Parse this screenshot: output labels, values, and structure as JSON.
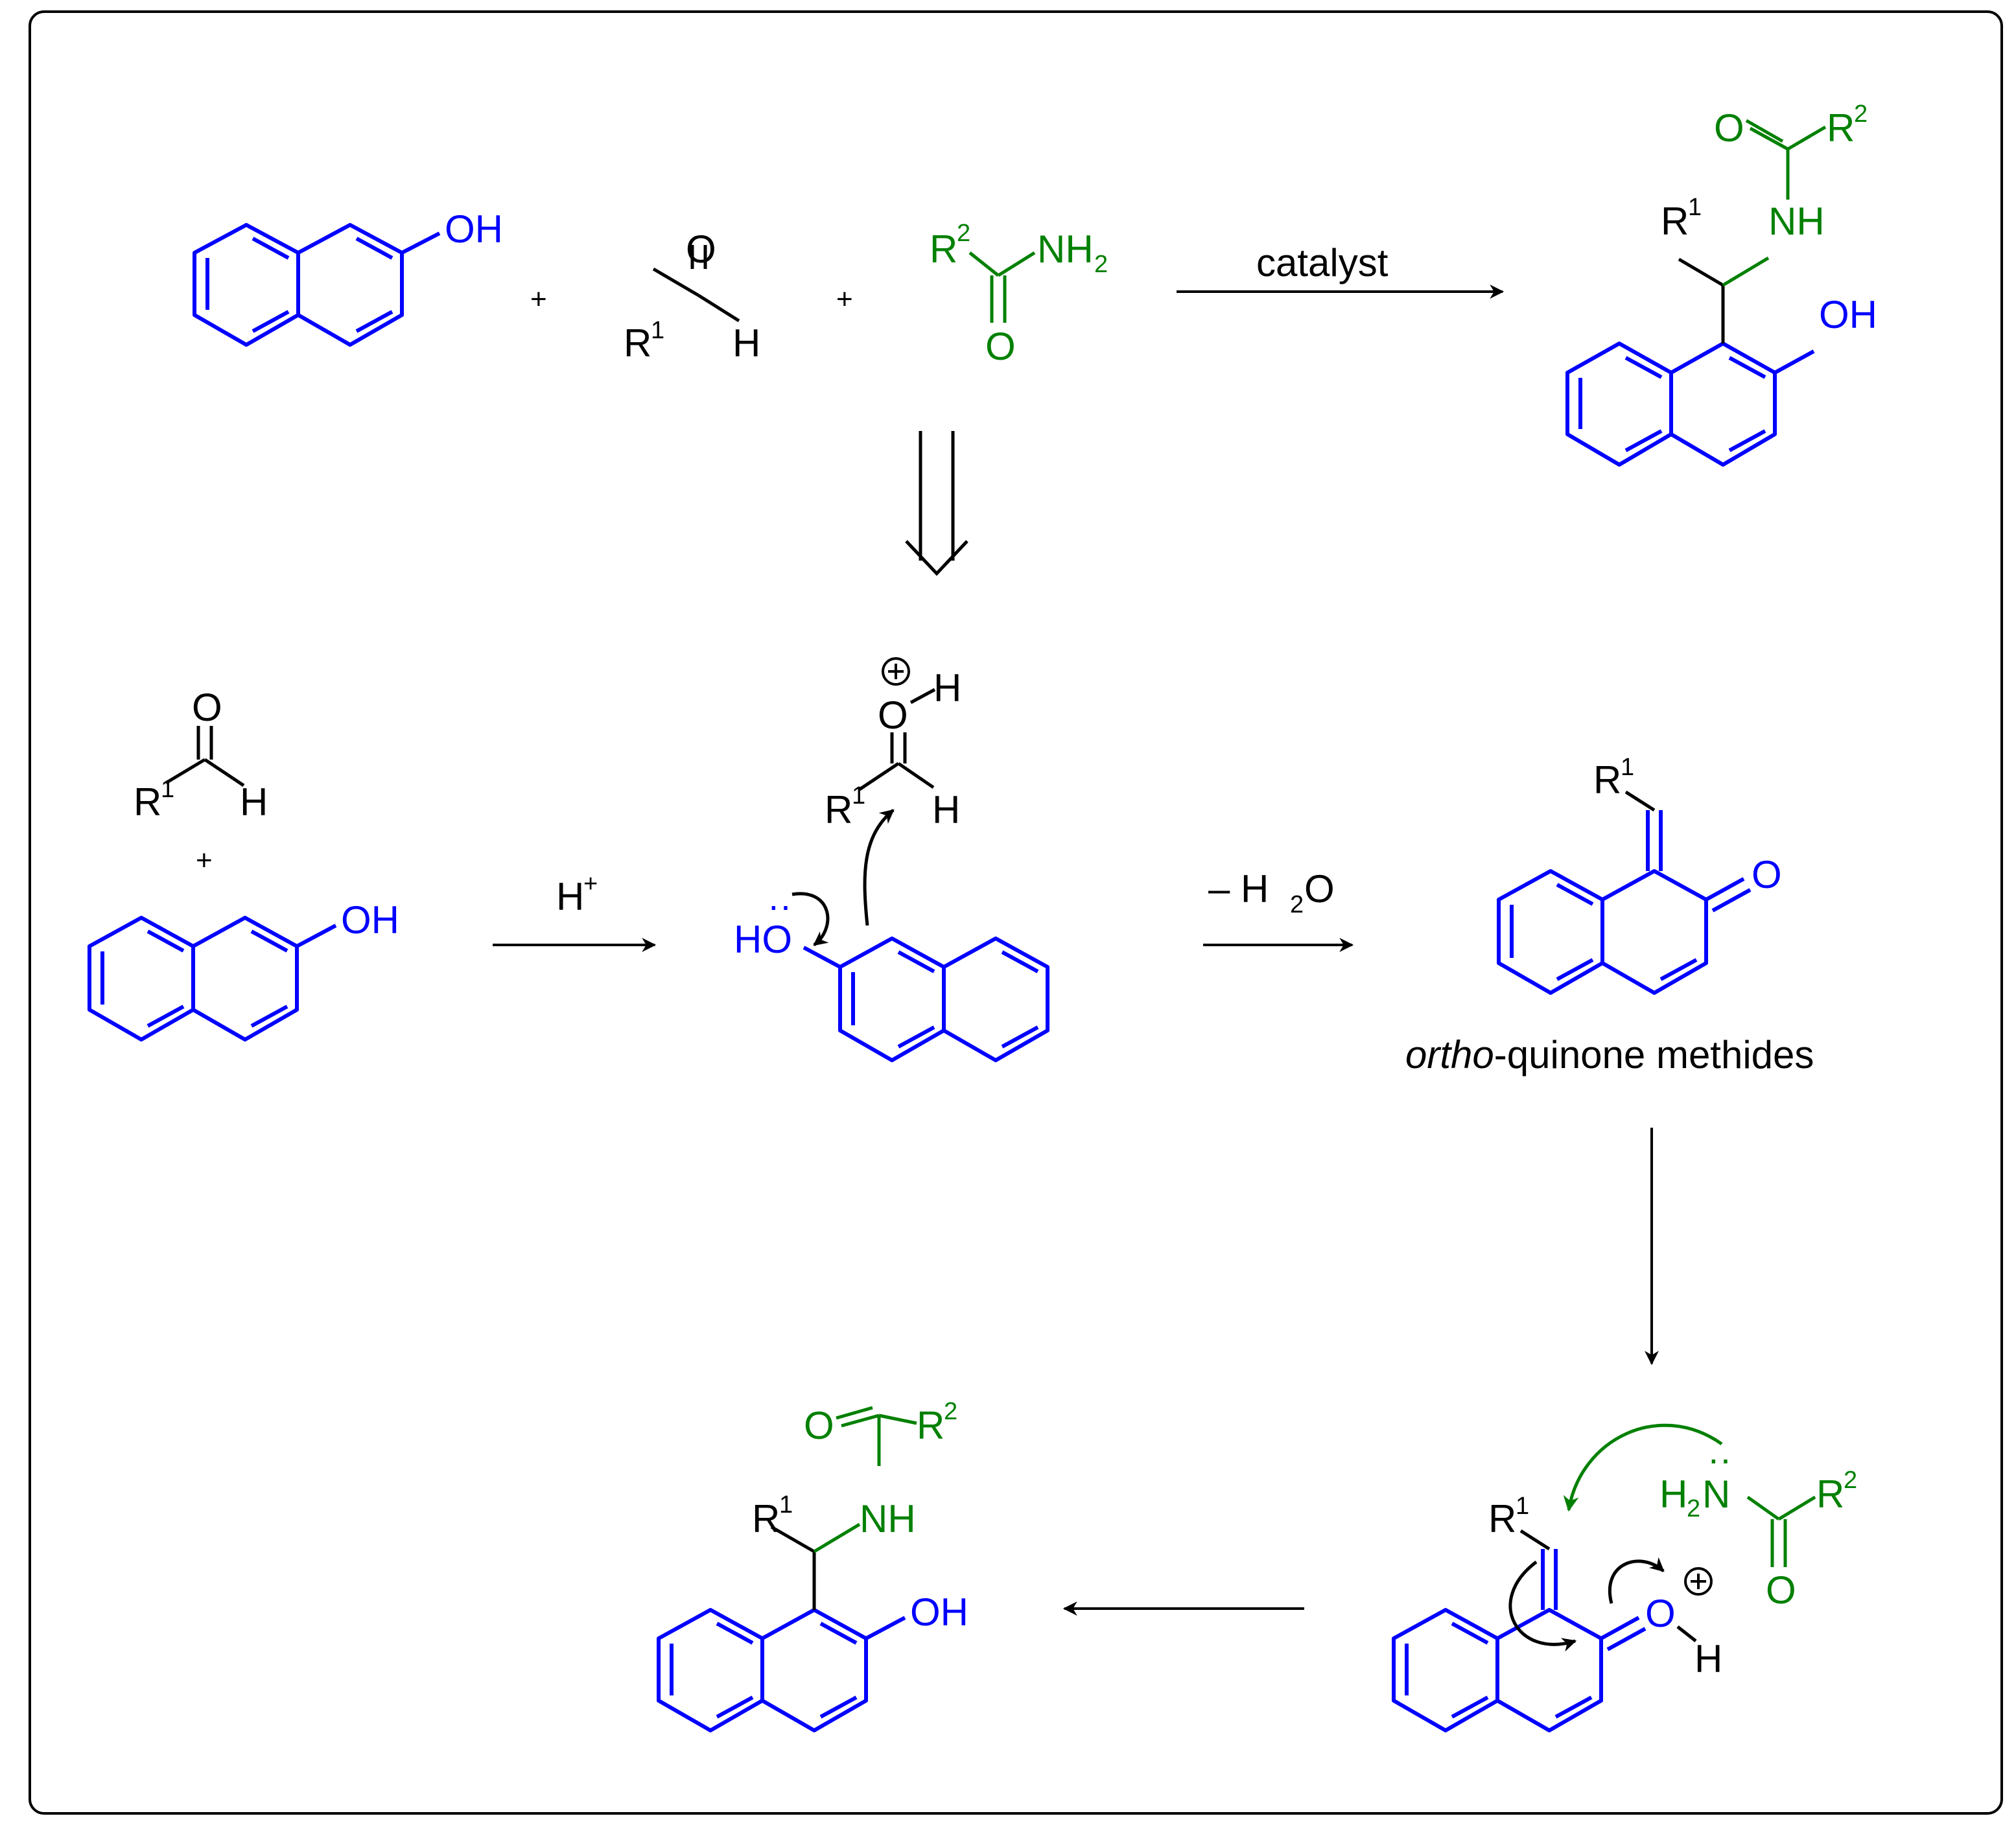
{
  "colors": {
    "naphthol": "#0000ff",
    "amide": "#008000",
    "reagent": "#000000",
    "frame": "#000000"
  },
  "labels": {
    "OH": "OH",
    "HO": "HO",
    "O": "O",
    "H": "H",
    "R": "R",
    "N": "N",
    "NH": "NH",
    "NH2": "NH",
    "H2N": "H",
    "N_of_H2N": "N",
    "sub2": "2",
    "sup1": "1",
    "sup2": "2",
    "plus": "+",
    "plus_charge": "+",
    "lone_pair": "··"
  },
  "conditions": {
    "catalyst": "catalyst",
    "acid": "H",
    "acid_sup": "+",
    "dehydration_minus": "– H",
    "dehydration_sub": "2",
    "dehydration_o": "O"
  },
  "caption": {
    "italic": "ortho",
    "rest": "-quinone methides"
  }
}
